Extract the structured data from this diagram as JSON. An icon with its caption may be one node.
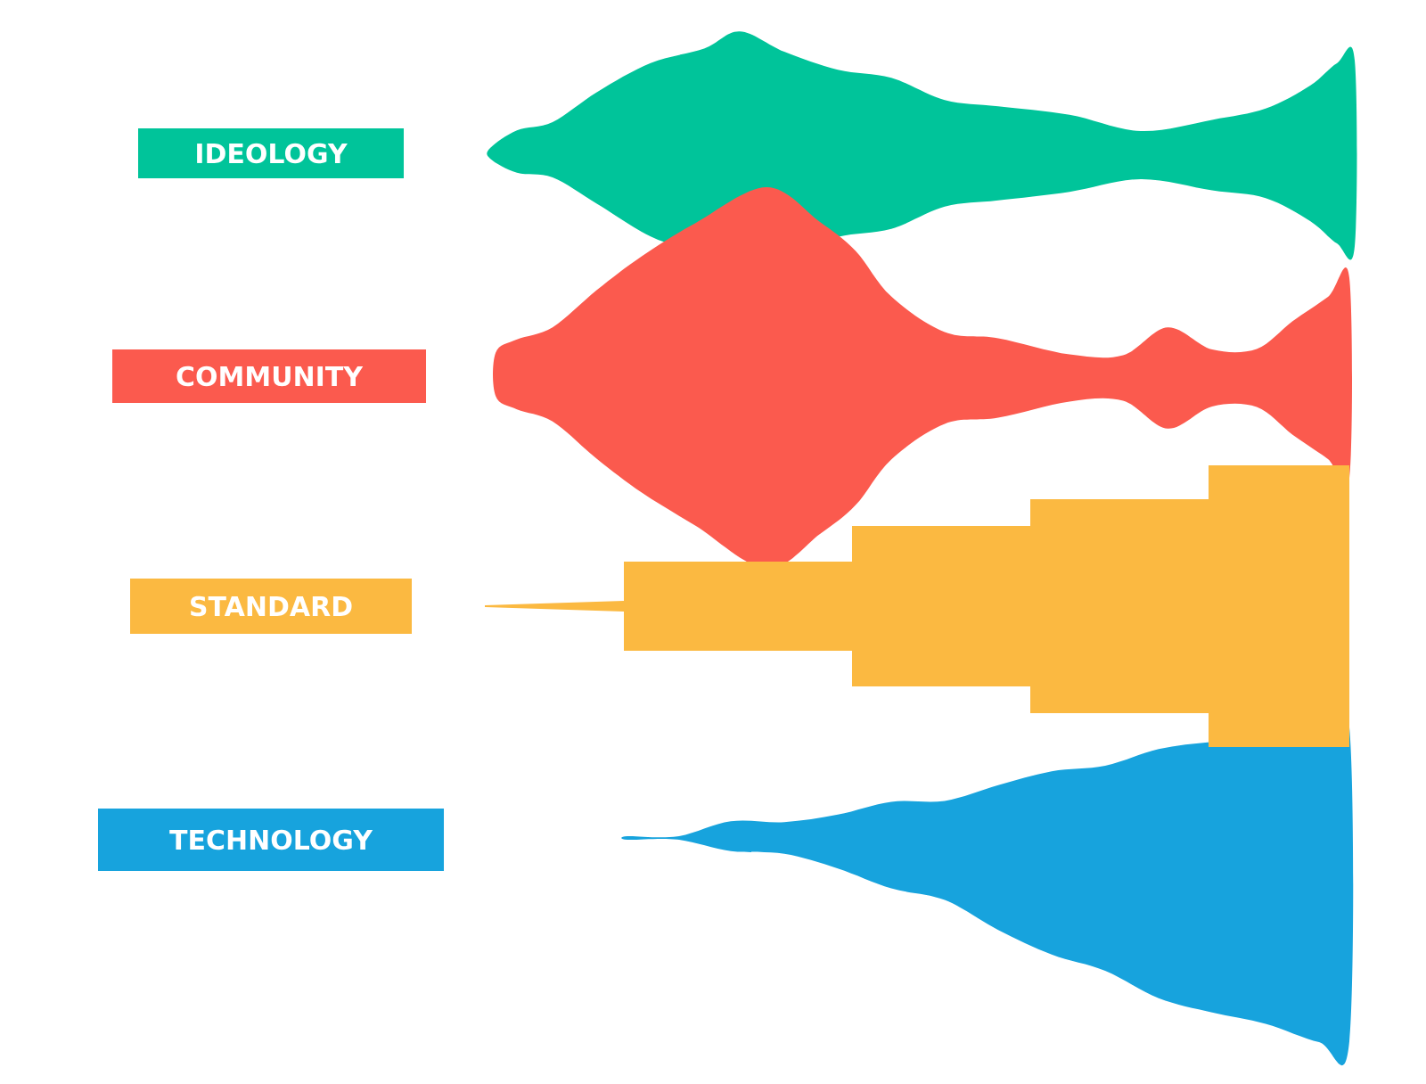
{
  "diagram": {
    "nodes": [
      {
        "text": [
          "IDEOLOGY"
        ]
      },
      {
        "text": [
          "COMMUNITY"
        ]
      },
      {
        "text": [
          "STANDARD"
        ]
      },
      {
        "text": [
          "TECHNOLOGY"
        ]
      }
    ]
  }
}
